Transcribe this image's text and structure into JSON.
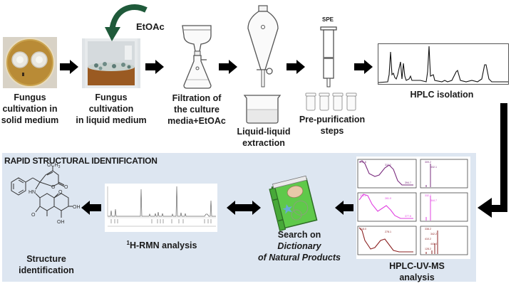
{
  "diagram": {
    "title": "Workflow for isolation and rapid structural identification of fungal natural products",
    "top_row": {
      "steps": [
        {
          "id": "solid",
          "label_lines": [
            "Fungus",
            "cultivation in",
            "solid medium"
          ],
          "icon": "petri-dish-photo"
        },
        {
          "id": "liquid",
          "label_lines": [
            "Fungus cultivation",
            "in liquid medium"
          ],
          "icon": "flask-culture-photo"
        },
        {
          "id": "filtration",
          "label_lines": [
            "Filtration of",
            "the culture",
            "media+EtOAc"
          ],
          "icon": "vacuum-filtration-icon"
        },
        {
          "id": "lle",
          "label_lines": [
            "Liquid-liquid",
            "extraction"
          ],
          "icon": "separatory-funnel-icon"
        },
        {
          "id": "prepur",
          "label_lines": [
            "Pre-purification",
            "steps"
          ],
          "icon": "spe-cartridge-icon"
        },
        {
          "id": "hplc",
          "label_lines": [
            "HPLC isolation"
          ],
          "icon": "chromatogram-icon"
        }
      ],
      "solvent_label": "EtOAc",
      "spe_label": "SPE"
    },
    "bottom_panel": {
      "title": "RAPID STRUCTURAL IDENTIFICATION",
      "steps": [
        {
          "id": "uvms",
          "label_lines": [
            "HPLC-UV-MS",
            "analysis"
          ]
        },
        {
          "id": "dnp",
          "label_prefix": "Search on ",
          "label_italic_1": "Dictionary",
          "label_italic_2": "of Natural Products"
        },
        {
          "id": "nmr",
          "label_sup": "1",
          "label_rest": "H-RMN analysis"
        },
        {
          "id": "structure",
          "label_lines": [
            "Structure",
            "identification"
          ]
        }
      ],
      "structure_labels": {
        "methoxy": "OCH",
        "methoxy_sub": "3",
        "ring_o": "O",
        "carbonyl_o": "O",
        "amine": "HN",
        "quinone_o1": "O",
        "quinone_o2": "O",
        "oh1": "OH",
        "oh2": "OH"
      },
      "uv_spectra": [
        {
          "color": "#7a2c7e",
          "peak_labels": [
            "211.8",
            "311.2",
            "394.7"
          ]
        },
        {
          "color": "#e040e0",
          "peak_labels": [
            "236.0",
            "281.0",
            "377.6"
          ]
        },
        {
          "color": "#8b2020",
          "peak_labels": [
            "218.0",
            "278.1"
          ]
        }
      ],
      "ms_spectra": [
        {
          "color": "#7a2c7e",
          "peak_labels": [
            "309.2",
            "332.1"
          ]
        },
        {
          "color": "#e040e0",
          "peak_labels": [
            "332.7",
            "344.7"
          ]
        },
        {
          "color": "#8b2020",
          "peak_labels": [
            "338.2",
            "342.2",
            "410.2",
            "441.4",
            "128.2"
          ]
        }
      ]
    },
    "colors": {
      "panel": "#dde6f1",
      "arrow": "#000000",
      "solvent_arrow": "#1f5a3a",
      "book": "#5fc94a"
    }
  }
}
